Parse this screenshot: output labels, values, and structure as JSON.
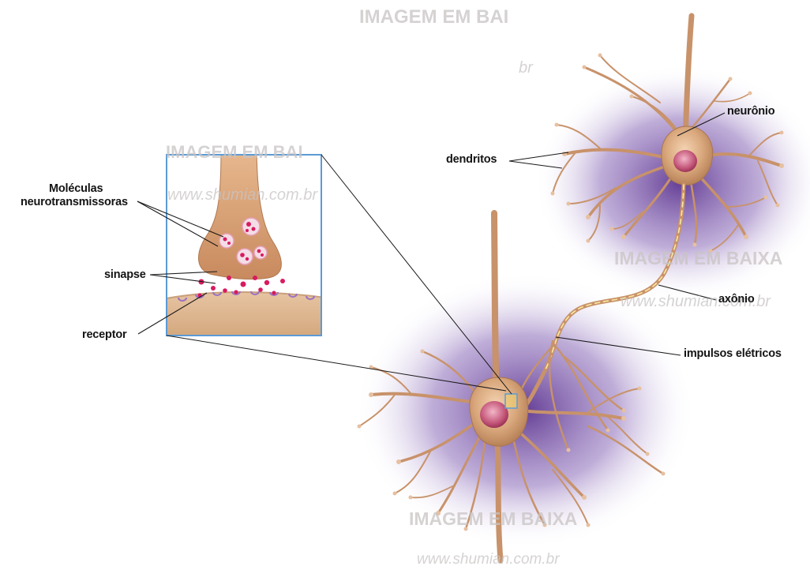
{
  "labels": {
    "neuron": "neurônio",
    "dendrites": "dendritos",
    "axon": "axônio",
    "electric_impulses": "impulsos elétricos",
    "neurotransmitter_molecules_line1": "Moléculas",
    "neurotransmitter_molecules_line2": "neurotransmissoras",
    "synapse": "sinapse",
    "receptor": "receptor"
  },
  "watermarks": {
    "text": "IMAGEM EM BAIXA",
    "text_cropped": "IMAGEM EM BAI",
    "site": "www.shumian.com.br",
    "site_short": "br"
  },
  "colors": {
    "glow_purple": "#6a3e9c",
    "neuron_tan": "#d7a57a",
    "neuron_dark": "#b07a52",
    "impulse_yellow": "#fff3a6",
    "nucleus_pink": "#c9577a",
    "molecule_magenta": "#d81b60",
    "inset_border": "#5b9bd5",
    "leader_line": "#1a1a1a"
  }
}
